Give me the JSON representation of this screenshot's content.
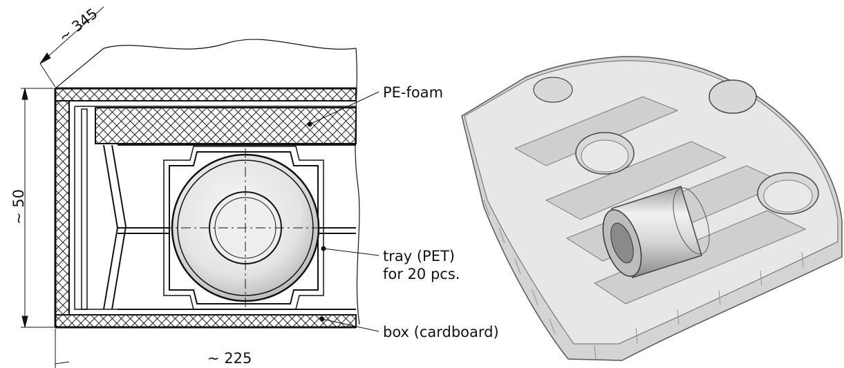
{
  "labels": {
    "pe_foam": "PE-foam",
    "tray_line1": "tray (PET)",
    "tray_line2": "for 20 pcs.",
    "box": "box (cardboard)"
  },
  "dimensions": {
    "depth": "~ 345",
    "height": "~ 50",
    "width": "~ 225"
  },
  "colors": {
    "line": "#111111",
    "tray_fill": "#d9d9d9",
    "tray_shadow": "#9a9a9a",
    "roll_fill": "#e8e8e8"
  }
}
